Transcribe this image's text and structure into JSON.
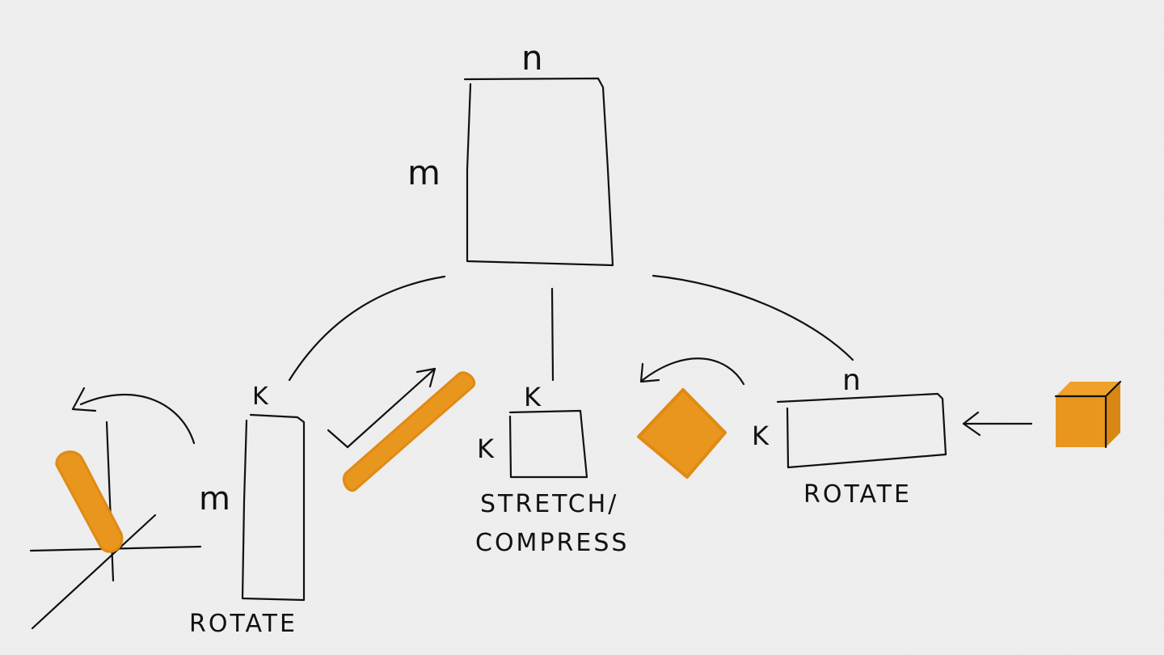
{
  "labels": {
    "top_n": "n",
    "top_m": "m",
    "left_k": "K",
    "left_m": "m",
    "mid_k_top": "K",
    "mid_k_side": "K",
    "right_n": "n",
    "right_k": "K"
  },
  "captions": {
    "left": "ROTATE",
    "middle_line1": "STRETCH/",
    "middle_line2": "COMPRESS",
    "right": "ROTATE"
  },
  "colors": {
    "ink": "#111111",
    "accent": "#e8961e",
    "background": "#efefef"
  }
}
